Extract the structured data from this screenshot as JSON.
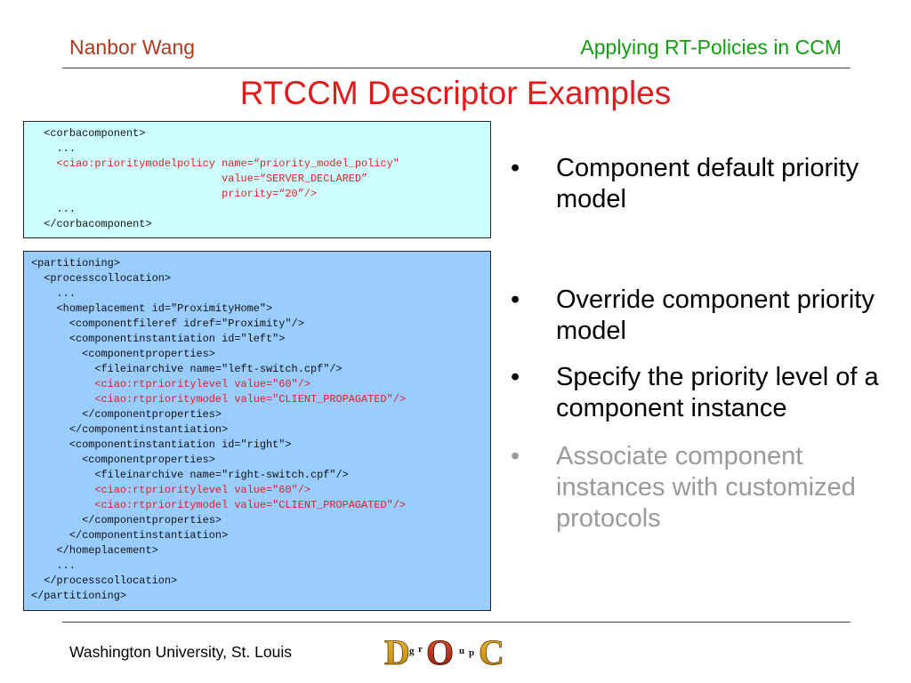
{
  "header": {
    "author": "Nanbor Wang",
    "title": "Applying RT-Policies in CCM"
  },
  "slide": {
    "title": "RTCCM Descriptor Examples"
  },
  "code_top": {
    "lines": [
      {
        "text": "  <corbacomponent>",
        "highlight": false
      },
      {
        "text": "    ...",
        "highlight": false
      },
      {
        "text": "    <ciao:prioritymodelpolicy name=“priority_model_policy\"",
        "highlight": true
      },
      {
        "text": "                              value=“SERVER_DECLARED”",
        "highlight": true
      },
      {
        "text": "                              priority=“20”/>",
        "highlight": true
      },
      {
        "text": "    ...",
        "highlight": false
      },
      {
        "text": "  </corbacomponent>",
        "highlight": false
      }
    ]
  },
  "code_bottom": {
    "lines": [
      {
        "text": "<partitioning>",
        "highlight": false
      },
      {
        "text": "  <processcollocation>",
        "highlight": false
      },
      {
        "text": "    ...",
        "highlight": false
      },
      {
        "text": "    <homeplacement id=\"ProximityHome\">",
        "highlight": false
      },
      {
        "text": "      <componentfileref idref=\"Proximity\"/>",
        "highlight": false
      },
      {
        "text": "      <componentinstantiation id=\"left\">",
        "highlight": false
      },
      {
        "text": "        <componentproperties>",
        "highlight": false
      },
      {
        "text": "          <fileinarchive name=\"left-switch.cpf\"/>",
        "highlight": false
      },
      {
        "text": "          <ciao:rtprioritylevel value=\"60\"/>",
        "highlight": true
      },
      {
        "text": "          <ciao:rtprioritymodel value=\"CLIENT_PROPAGATED\"/>",
        "highlight": true
      },
      {
        "text": "        </componentproperties>",
        "highlight": false
      },
      {
        "text": "      </componentinstantiation>",
        "highlight": false
      },
      {
        "text": "      <componentinstantiation id=\"right\">",
        "highlight": false
      },
      {
        "text": "        <componentproperties>",
        "highlight": false
      },
      {
        "text": "          <fileinarchive name=\"right-switch.cpf\"/>",
        "highlight": false
      },
      {
        "text": "          <ciao:rtprioritylevel value=\"60\"/>",
        "highlight": true
      },
      {
        "text": "          <ciao:rtprioritymodel value=\"CLIENT_PROPAGATED\"/>",
        "highlight": true
      },
      {
        "text": "        </componentproperties>",
        "highlight": false
      },
      {
        "text": "      </componentinstantiation>",
        "highlight": false
      },
      {
        "text": "    </homeplacement>",
        "highlight": false
      },
      {
        "text": "    ...",
        "highlight": false
      },
      {
        "text": "  </processcollocation>",
        "highlight": false
      },
      {
        "text": "</partitioning>",
        "highlight": false
      }
    ]
  },
  "bullets": [
    {
      "marker": "•",
      "text": "Component default priority model",
      "dimmed": false
    },
    {
      "marker": "•",
      "text": "Override component priority model",
      "dimmed": false
    },
    {
      "marker": "•",
      "text": "Specify the priority level of a component instance",
      "dimmed": false
    },
    {
      "marker": "•",
      "text": "Associate component instances with customized protocols",
      "dimmed": true
    }
  ],
  "footer": {
    "institution": "Washington University, St. Louis",
    "logo_letters": [
      "D",
      "O",
      "C"
    ],
    "logo_small_letters": [
      "g",
      "r",
      "u",
      "p"
    ]
  },
  "colors": {
    "author": "#b03a1e",
    "header_title": "#129d12",
    "slide_title": "#e01b1b",
    "code_highlight": "#e02020",
    "code_box_top": "#ccffff",
    "code_box_bottom": "#99ccff",
    "dimmed_bullet": "#9a9a9a"
  }
}
